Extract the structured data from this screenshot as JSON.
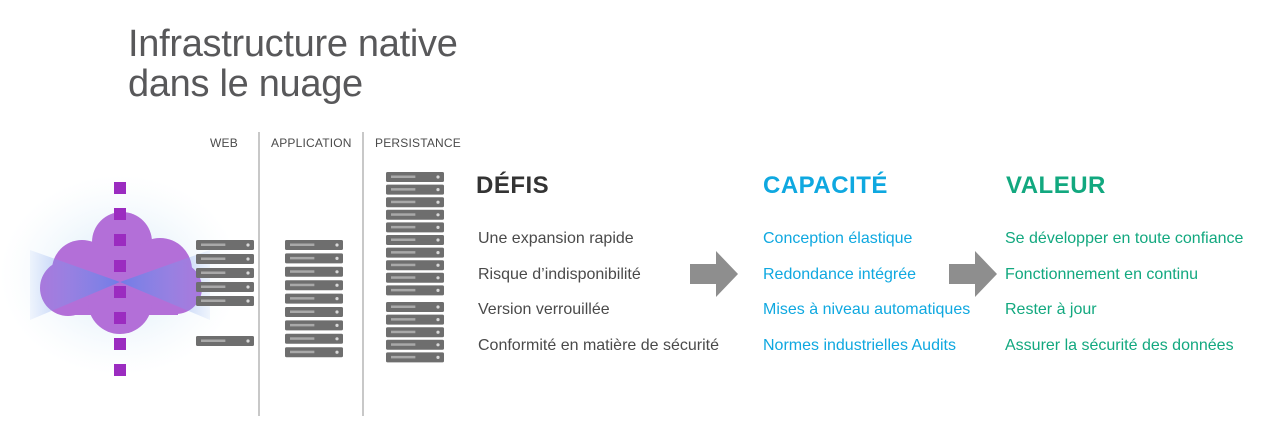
{
  "title": {
    "line1": "Infrastructure native",
    "line2": "dans le nuage"
  },
  "tiers": [
    "WEB",
    "APPLICATION",
    "PERSISTANCE"
  ],
  "columns": [
    {
      "heading": "DÉFIS",
      "color": "#333333",
      "items": [
        "Une expansion rapide",
        "Risque d’indisponibilité",
        "Version verrouillée",
        "Conformité en matière de sécurité"
      ]
    },
    {
      "heading": "CAPACITÉ",
      "color": "#0fa8e0",
      "items": [
        "Conception élastique",
        "Redondance intégrée",
        "Mises à niveau automatiques",
        "Normes industrielles Audits"
      ]
    },
    {
      "heading": "VALEUR",
      "color": "#12a87f",
      "items": [
        "Se développer en toute confiance",
        "Fonctionnement en continu",
        "Rester à jour",
        "Assurer la sécurité des données"
      ]
    }
  ],
  "colors": {
    "cloud": "#b36fd8",
    "dots": "#9b2cc0",
    "server": "#6e6e6e",
    "arrow": "#8e8e8e"
  }
}
